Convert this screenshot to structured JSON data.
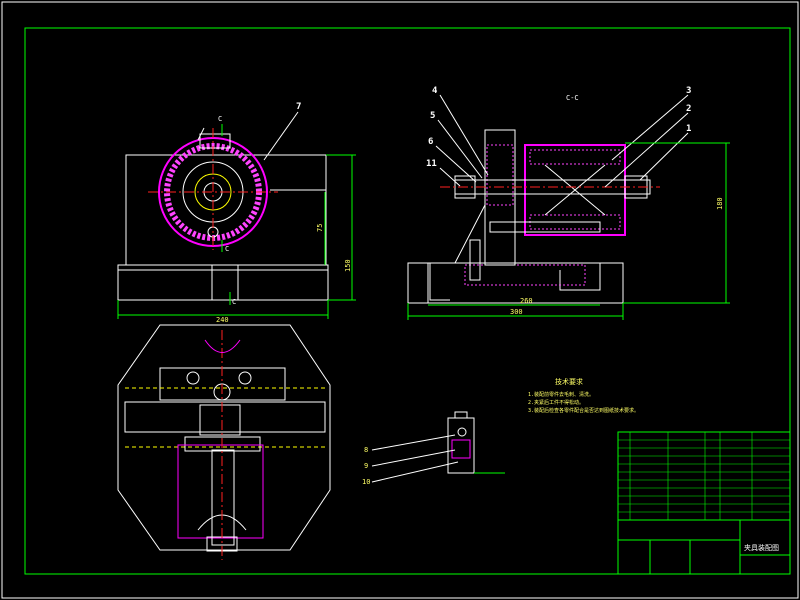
{
  "section_label": "C-C",
  "view_marks": {
    "c_top": "C",
    "c_mid": "C",
    "c_bottom": "C"
  },
  "part_labels": {
    "p1": "1",
    "p2": "2",
    "p3": "3",
    "p4": "4",
    "p5": "5",
    "p6": "6",
    "p7": "7",
    "p8": "8",
    "p9": "9",
    "p10": "10",
    "p11": "11"
  },
  "dimensions": {
    "front_width": "240",
    "front_height": "150",
    "front_inner": "75",
    "side_height": "180",
    "side_width_inner": "260",
    "side_width_total": "300"
  },
  "notes": {
    "title": "技术要求",
    "lines": [
      "1.装配前零件去毛刺、清洗。",
      "2.夹紧后工件不得松动。",
      "3.装配后检查各零件配合是否达到图纸技术要求。"
    ]
  },
  "title_block": {
    "drawing_name": "夹具装配图"
  },
  "colors": {
    "background": "#000000",
    "outline": "#ffffff",
    "part": "#ff00ff",
    "dimension": "#00ff00",
    "centerline": "#ff2020",
    "leader": "#ffff00",
    "hatch": "#ff44ff",
    "border": "#00ff00"
  }
}
